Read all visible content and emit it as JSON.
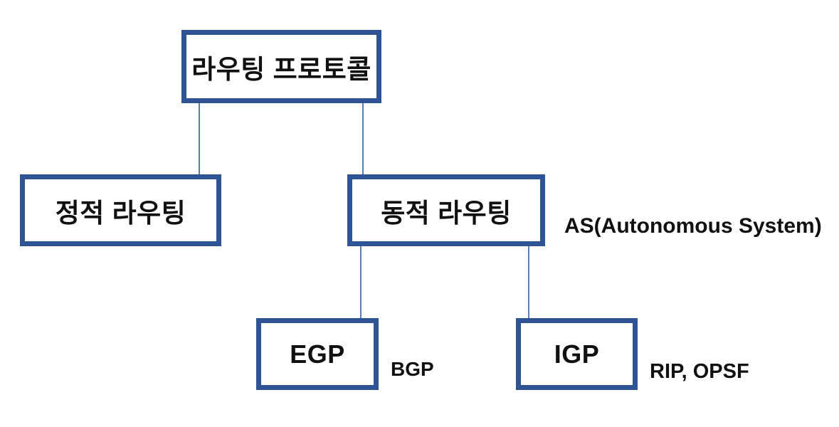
{
  "diagram": {
    "title_node": {
      "label": "라우팅 프로토콜"
    },
    "nodes": {
      "static_routing": {
        "label": "정적 라우팅"
      },
      "dynamic_routing": {
        "label": "동적 라우팅"
      },
      "egp": {
        "label": "EGP"
      },
      "igp": {
        "label": "IGP"
      }
    },
    "annotations": {
      "autonomous_system": "AS(Autonomous System)",
      "bgp": "BGP",
      "rip_ospf": "RIP, OPSF"
    },
    "colors": {
      "box_border": "#2F5496",
      "connector": "#5B7DB1",
      "text": "#111111",
      "background": "#FFFFFF"
    }
  }
}
